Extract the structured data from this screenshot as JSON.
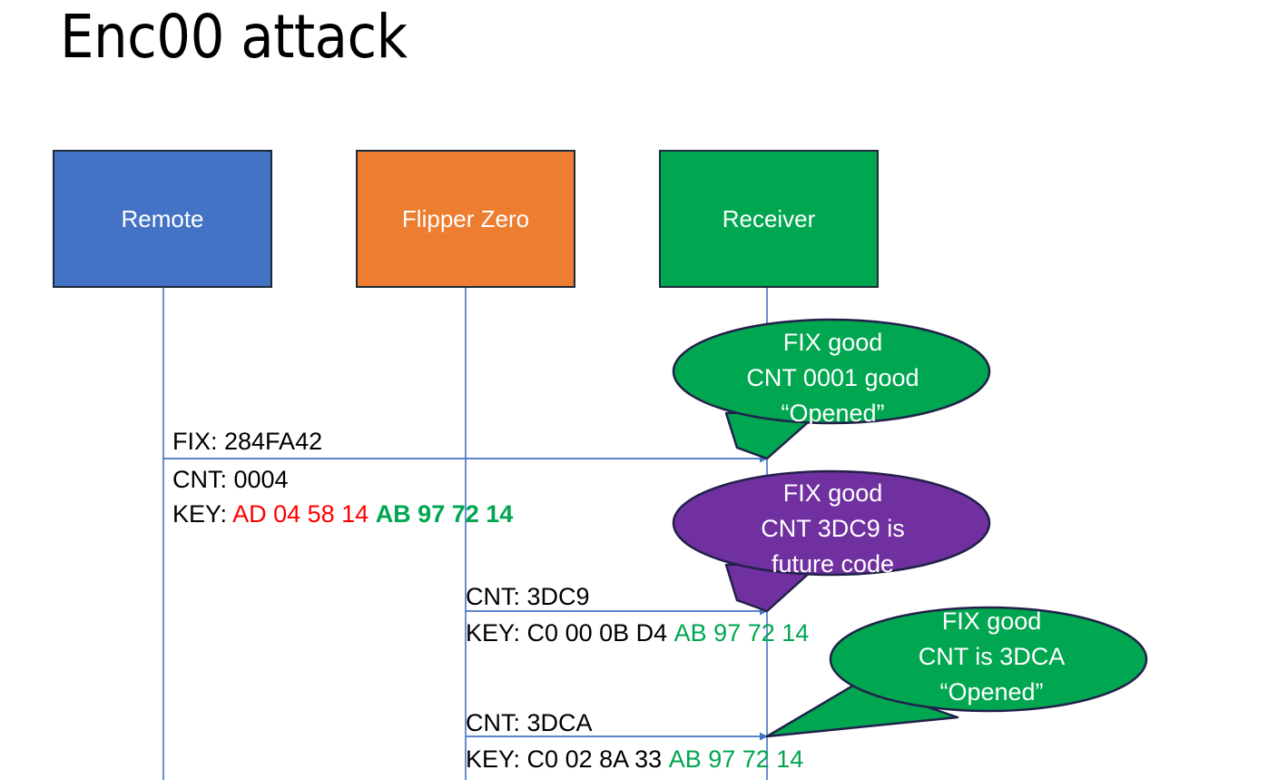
{
  "slide": {
    "title": "Enc00 attack",
    "background_color": "#FFFFFF"
  },
  "colors": {
    "remote_blue": "#4472C4",
    "flipper_orange": "#ED7D31",
    "receiver_green": "#00A650",
    "callout_purple": "#7030A0",
    "callout_green": "#00A650",
    "lifeline_blue": "#4472C4",
    "outline_dark": "#1C2A3A",
    "hex_red": "#FF0000",
    "hex_green": "#00A650"
  },
  "actors": [
    {
      "id": "remote",
      "label": "Remote",
      "fill": "#4472C4"
    },
    {
      "id": "flipper",
      "label": "Flipper Zero",
      "fill": "#ED7D31"
    },
    {
      "id": "receiver",
      "label": "Receiver",
      "fill": "#00A650"
    }
  ],
  "messages": [
    {
      "id": "msg1",
      "from": "remote",
      "to": "receiver",
      "fix_line": "FIX: 284FA42",
      "cnt_line": "CNT: 0004",
      "key_label": "KEY: ",
      "key_first": "AD 04 58 14",
      "key_second": "AB 97 72 14"
    },
    {
      "id": "msg2",
      "from": "flipper",
      "to": "receiver",
      "cnt_line": "CNT: 3DC9",
      "key_label": "KEY: ",
      "key_first": "C0 00 0B D4",
      "key_second": "AB 97 72 14"
    },
    {
      "id": "msg3",
      "from": "flipper",
      "to": "receiver",
      "cnt_line": "CNT: 3DCA",
      "key_label": "KEY: ",
      "key_first": "C0 02 8A 33",
      "key_second": "AB 97 72 14"
    }
  ],
  "callouts": [
    {
      "id": "callout1",
      "fill": "#00A650",
      "line1": "FIX good",
      "line2": "CNT 0001 good",
      "line3": "“Opened”"
    },
    {
      "id": "callout2",
      "fill": "#7030A0",
      "line1": "FIX good",
      "line2": "CNT 3DC9 is",
      "line3": "future code"
    },
    {
      "id": "callout3",
      "fill": "#00A650",
      "line1": "FIX good",
      "line2": "CNT is 3DCA",
      "line3": "“Opened”"
    }
  ]
}
